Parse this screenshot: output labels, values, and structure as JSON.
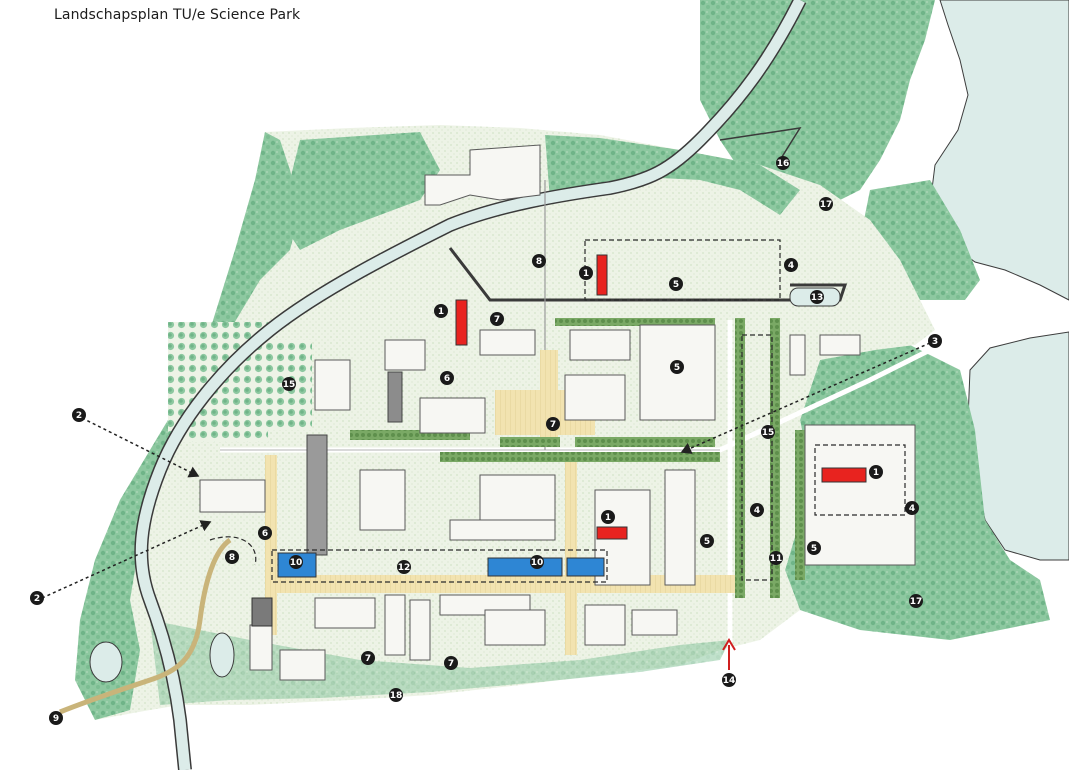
{
  "title": "Landschapsplan TU/e Science Park",
  "markers": [
    {
      "id": "m1a",
      "label": "1"
    },
    {
      "id": "m1b",
      "label": "1"
    },
    {
      "id": "m1c",
      "label": "1"
    },
    {
      "id": "m1d",
      "label": "1"
    },
    {
      "id": "m2a",
      "label": "2"
    },
    {
      "id": "m2b",
      "label": "2"
    },
    {
      "id": "m3",
      "label": "3"
    },
    {
      "id": "m4a",
      "label": "4"
    },
    {
      "id": "m4b",
      "label": "4"
    },
    {
      "id": "m4c",
      "label": "4"
    },
    {
      "id": "m5a",
      "label": "5"
    },
    {
      "id": "m5b",
      "label": "5"
    },
    {
      "id": "m5c",
      "label": "5"
    },
    {
      "id": "m5d",
      "label": "5"
    },
    {
      "id": "m6a",
      "label": "6"
    },
    {
      "id": "m6b",
      "label": "6"
    },
    {
      "id": "m7a",
      "label": "7"
    },
    {
      "id": "m7b",
      "label": "7"
    },
    {
      "id": "m7c",
      "label": "7"
    },
    {
      "id": "m7d",
      "label": "7"
    },
    {
      "id": "m8a",
      "label": "8"
    },
    {
      "id": "m8b",
      "label": "8"
    },
    {
      "id": "m9",
      "label": "9"
    },
    {
      "id": "m10a",
      "label": "10"
    },
    {
      "id": "m10b",
      "label": "10"
    },
    {
      "id": "m11",
      "label": "11"
    },
    {
      "id": "m12",
      "label": "12"
    },
    {
      "id": "m13",
      "label": "13"
    },
    {
      "id": "m14",
      "label": "14"
    },
    {
      "id": "m15a",
      "label": "15"
    },
    {
      "id": "m15b",
      "label": "15"
    },
    {
      "id": "m16",
      "label": "16"
    },
    {
      "id": "m17a",
      "label": "17"
    },
    {
      "id": "m17b",
      "label": "17"
    },
    {
      "id": "m18",
      "label": "18"
    }
  ],
  "colors": {
    "woodland": "#8dc8a0",
    "woodland_dark": "#6fb488",
    "meadow": "#edf3e6",
    "water": "#dcece9",
    "building_outline": "#5a5a5a",
    "highlight_red": "#e8231f",
    "highlight_blue": "#2e86d4",
    "promenade": "#f2e3b0",
    "hedge": "#6a9e58",
    "marker": "#1a1a1a",
    "arrow_red": "#d01f1f"
  }
}
